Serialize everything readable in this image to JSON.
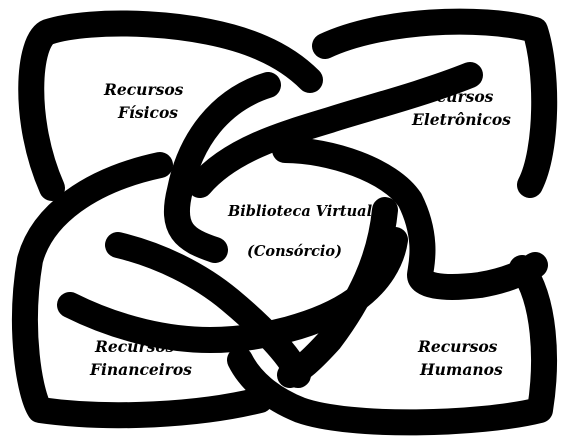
{
  "diagram": {
    "center": {
      "line1": "Biblioteca Virtual",
      "line2": "(Consórcio)"
    },
    "top_left": {
      "line1": "Recursos",
      "line2": "Físicos"
    },
    "top_right": {
      "line1": "Recursos",
      "line2": "Eletrônicos"
    },
    "bottom_left": {
      "line1": "Recursos",
      "line2": "Financeiros"
    },
    "bottom_right": {
      "line1": "Recursos",
      "line2": "Humanos"
    },
    "stroke_color": "#000000",
    "background_color": "#ffffff"
  }
}
